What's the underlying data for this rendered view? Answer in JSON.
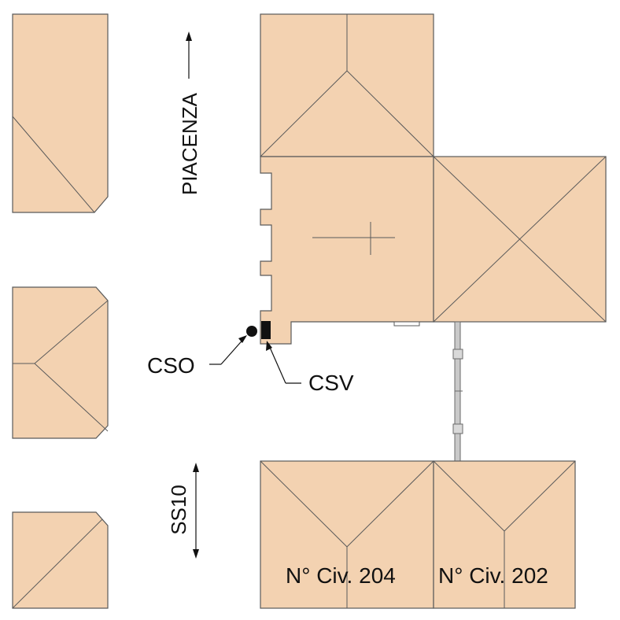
{
  "colors": {
    "roof": "#f3d2b1",
    "outline": "#5a5a5a",
    "background": "#ffffff",
    "ink": "#111111"
  },
  "map": {
    "street_north": "PIACENZA",
    "street_south": "SS10",
    "markers": [
      {
        "id": "cso",
        "label": "CSO",
        "symbol": "filled-circle"
      },
      {
        "id": "csv",
        "label": "CSV",
        "symbol": "filled-rectangle"
      }
    ],
    "buildings": [
      {
        "id": "civ-204",
        "label": "N° Civ. 204"
      },
      {
        "id": "civ-202",
        "label": "N° Civ. 202"
      }
    ]
  }
}
